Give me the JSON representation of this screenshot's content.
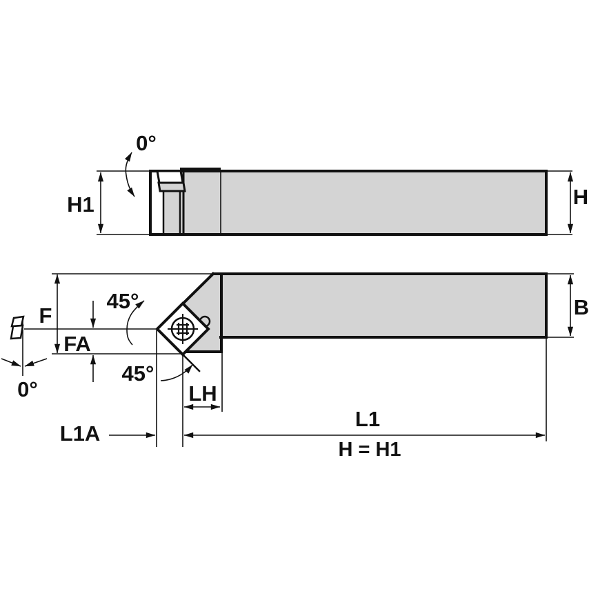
{
  "title": "Toolholder engineering drawing",
  "colors": {
    "background": "#ffffff",
    "line": "#111111",
    "part_fill": "#d4d4d4"
  },
  "views": {
    "side": {
      "labels": {
        "back_angle": "0°",
        "h1": "H1",
        "h": "H"
      }
    },
    "front": {
      "labels": {
        "lead_angle_upper": "45°",
        "lead_angle_lower": "45°",
        "f": "F",
        "fa": "FA",
        "clearance_angle": "0°",
        "lh": "LH",
        "b": "B",
        "l1a": "L1A",
        "l1": "L1",
        "note": "H = H1"
      }
    }
  }
}
